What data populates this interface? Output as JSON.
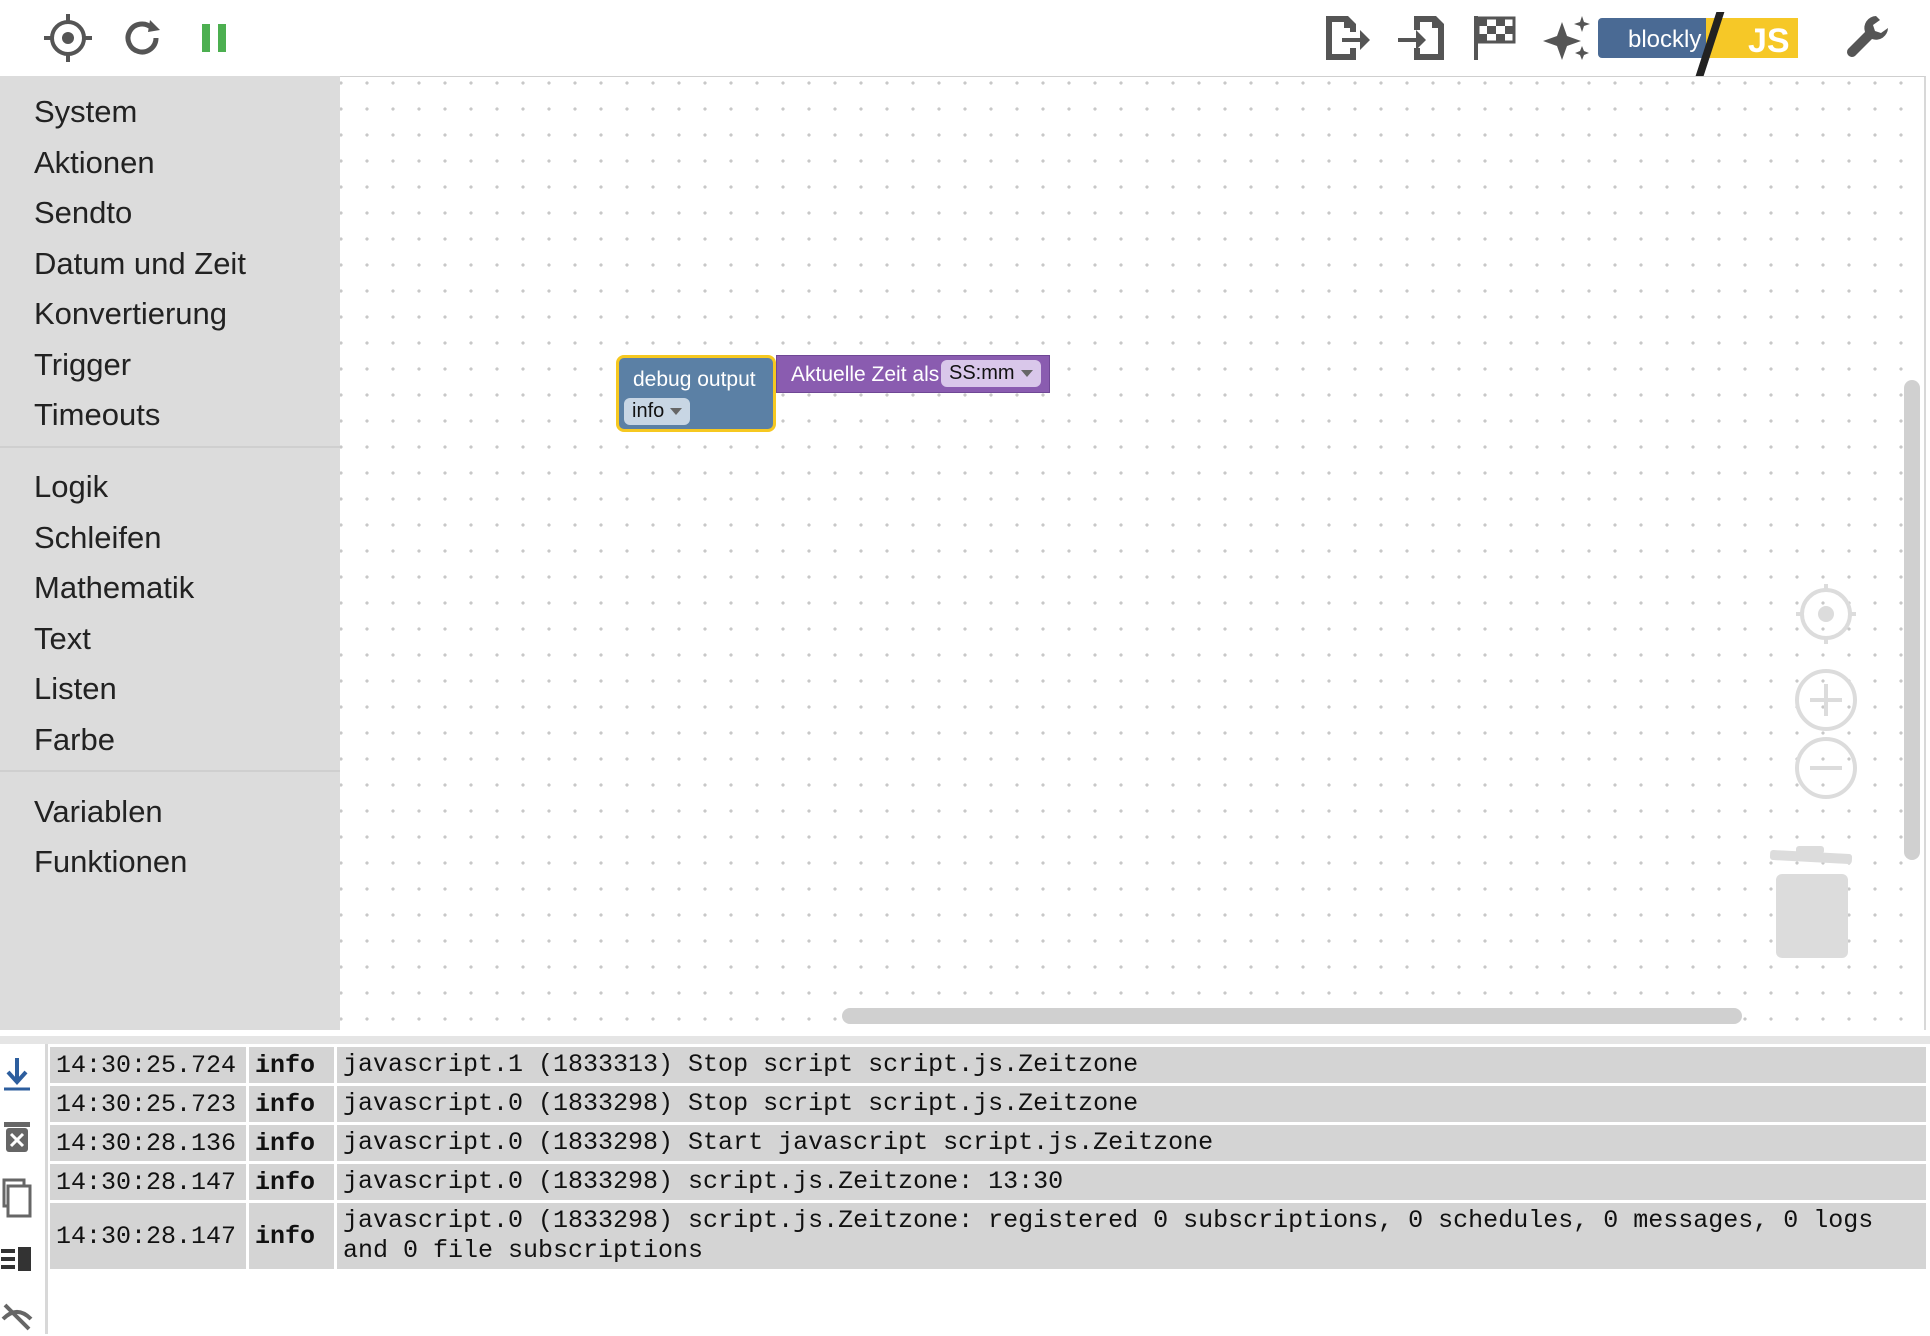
{
  "toolbar": {
    "left_icons": [
      "crosshair-icon",
      "reload-icon",
      "pause-icon"
    ],
    "right_icons": [
      "export-icon",
      "import-icon",
      "checkered-flag-icon",
      "sparkle-icon",
      "wrench-icon"
    ],
    "logo": {
      "left_text": "blockly",
      "right_text": "JS"
    },
    "colors": {
      "pause": "#4caf50",
      "icons": "#555555",
      "logo_blue": "#4a6a94",
      "logo_yellow": "#f6c827"
    }
  },
  "sidebar": {
    "group1": [
      "System",
      "Aktionen",
      "Sendto",
      "Datum und Zeit",
      "Konvertierung",
      "Trigger",
      "Timeouts"
    ],
    "group2": [
      "Logik",
      "Schleifen",
      "Mathematik",
      "Text",
      "Listen",
      "Farbe"
    ],
    "group3": [
      "Variablen",
      "Funktionen"
    ]
  },
  "workspace": {
    "debug_block": {
      "label": "debug output",
      "level": "info",
      "color": "#5b80a5",
      "highlight": "#f6c820"
    },
    "time_block": {
      "label": "Aktuelle Zeit als",
      "format": "SS:mm",
      "color": "#8a5cb0"
    },
    "controls": [
      "center-icon",
      "zoom-in-icon",
      "zoom-out-icon",
      "trash-icon"
    ]
  },
  "log": {
    "side_icons": [
      "scroll-down-icon",
      "clear-log-icon",
      "copy-icon",
      "list-view-icon",
      "hide-icon"
    ],
    "rows": [
      {
        "time": "14:30:25.724",
        "level": "info",
        "message": "javascript.1 (1833313) Stop script script.js.Zeitzone"
      },
      {
        "time": "14:30:25.723",
        "level": "info",
        "message": "javascript.0 (1833298) Stop script script.js.Zeitzone"
      },
      {
        "time": "14:30:28.136",
        "level": "info",
        "message": "javascript.0 (1833298) Start javascript script.js.Zeitzone"
      },
      {
        "time": "14:30:28.147",
        "level": "info",
        "message": "javascript.0 (1833298) script.js.Zeitzone: 13:30"
      },
      {
        "time": "14:30:28.147",
        "level": "info",
        "message": "javascript.0 (1833298) script.js.Zeitzone: registered 0 subscriptions, 0 schedules, 0 messages, 0 logs and 0 file subscriptions"
      }
    ]
  }
}
